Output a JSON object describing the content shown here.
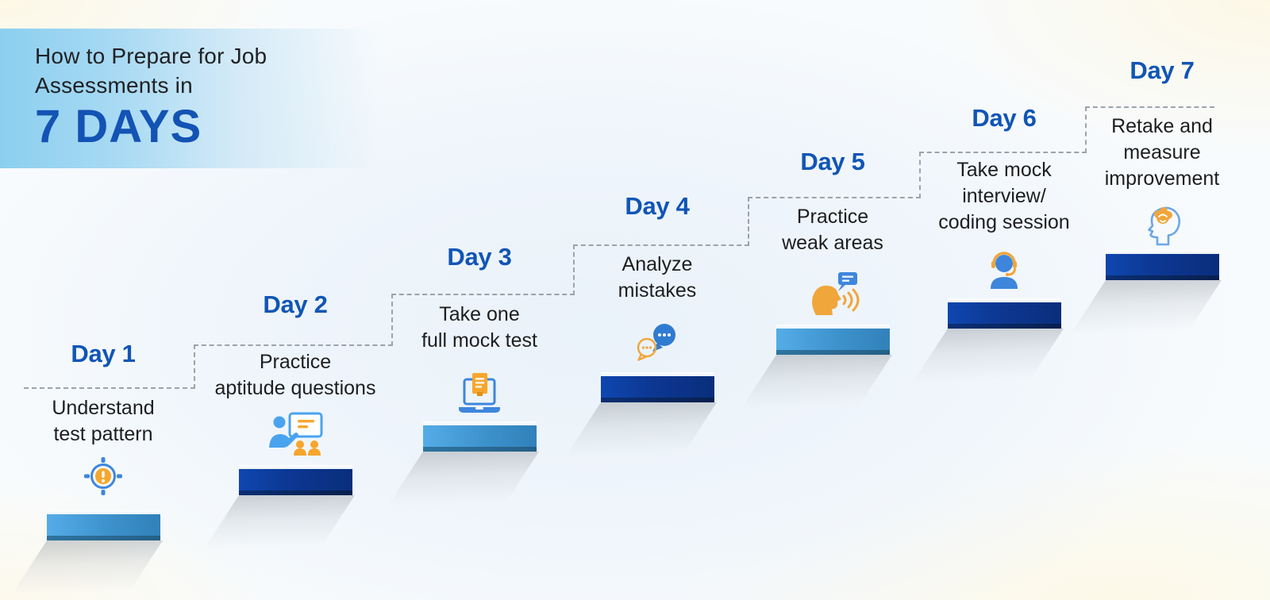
{
  "header": {
    "line1": "How to Prepare for Job",
    "line2": "Assessments in",
    "big": "7 DAYS"
  },
  "colors": {
    "accent_blue": "#1155b6",
    "headline_blue": "#1353b4",
    "icon_blue": "#3e86dc",
    "icon_orange": "#f0a63a",
    "dashed_line": "#9ba3ac",
    "banner_blue": "#8bcfef",
    "bar_light_gradient": [
      "#55ace7",
      "#3181ba"
    ],
    "bar_dark_gradient": [
      "#0f47b0",
      "#0a2e7c"
    ],
    "background_cream": "#fdf8e6",
    "background_blue": "#eaf2fa"
  },
  "steps": [
    {
      "day": "Day 1",
      "title": "Understand\ntest pattern",
      "icon": "target-alert-icon",
      "bar_style": "light"
    },
    {
      "day": "Day 2",
      "title": "Practice\naptitude questions",
      "icon": "presenter-audience-icon",
      "bar_style": "dark"
    },
    {
      "day": "Day 3",
      "title": "Take one\nfull mock test",
      "icon": "laptop-document-icon",
      "bar_style": "light"
    },
    {
      "day": "Day 4",
      "title": "Analyze\nmistakes",
      "icon": "chat-bubbles-icon",
      "bar_style": "dark"
    },
    {
      "day": "Day 5",
      "title": "Practice\nweak areas",
      "icon": "speaking-head-icon",
      "bar_style": "light"
    },
    {
      "day": "Day 6",
      "title": "Take mock\ninterview/\ncoding session",
      "icon": "headset-person-icon",
      "bar_style": "dark"
    },
    {
      "day": "Day 7",
      "title": "Retake and\nmeasure\nimprovement",
      "icon": "head-brain-icon",
      "bar_style": "dark"
    }
  ]
}
